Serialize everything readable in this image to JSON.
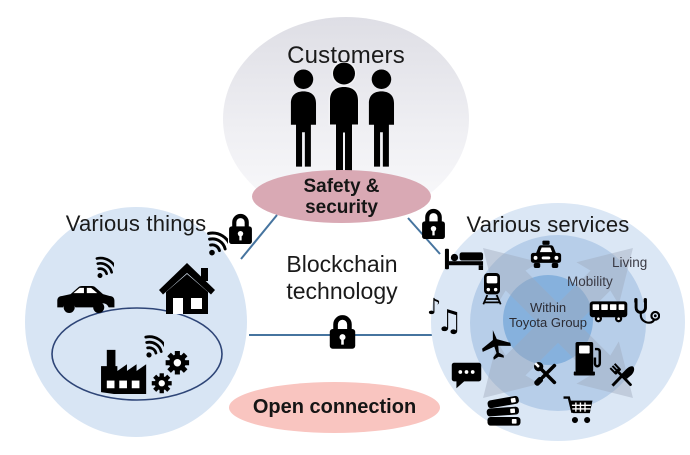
{
  "top_circle": {
    "title": "Customers",
    "badge_line1": "Safety &",
    "badge_line2": "security",
    "icon": "people-icon"
  },
  "left_circle": {
    "title": "Various things",
    "icons": [
      "wifi-car-icon",
      "wifi-house-icon",
      "wifi-factory-icon",
      "gears-icon",
      "iot-loop-ellipse"
    ]
  },
  "right_circle": {
    "title": "Various services",
    "labels": {
      "living": "Living",
      "mobility": "Mobility",
      "core_line1": "Within",
      "core_line2": "Toyota Group"
    },
    "icons": [
      "bed-icon",
      "taxi-icon",
      "train-icon",
      "music-notes-icon",
      "airplane-icon",
      "chat-icon",
      "books-icon",
      "tools-icon",
      "shopping-cart-icon",
      "fuel-pump-icon",
      "cutlery-icon",
      "stethoscope-icon",
      "bus-icon",
      "outward-arrows"
    ],
    "music_glyphs": {
      "note1": "♪",
      "note2": "♫"
    }
  },
  "center": {
    "title_line1": "Blockchain",
    "title_line2": "technology",
    "open_badge": "Open connection",
    "lock_icons": [
      "padlock-left",
      "padlock-right",
      "padlock-center"
    ]
  },
  "colors": {
    "top_circle_top": "#dedee5",
    "top_circle_bottom": "#fafafc",
    "left_circle_fill": "#d8e5f4",
    "right_outer_fill": "#dbe7f5",
    "right_middle_fill": "#b7cee9",
    "right_inner_fill": "#86b1dd",
    "safety_badge_fill": "#d9a9b4",
    "open_badge_fill": "#f9c5c0",
    "connection_line": "#46749f",
    "iot_loop_stroke": "#2e4577",
    "arrow_gray": "#9fa9ba",
    "icon_black": "#000000"
  }
}
